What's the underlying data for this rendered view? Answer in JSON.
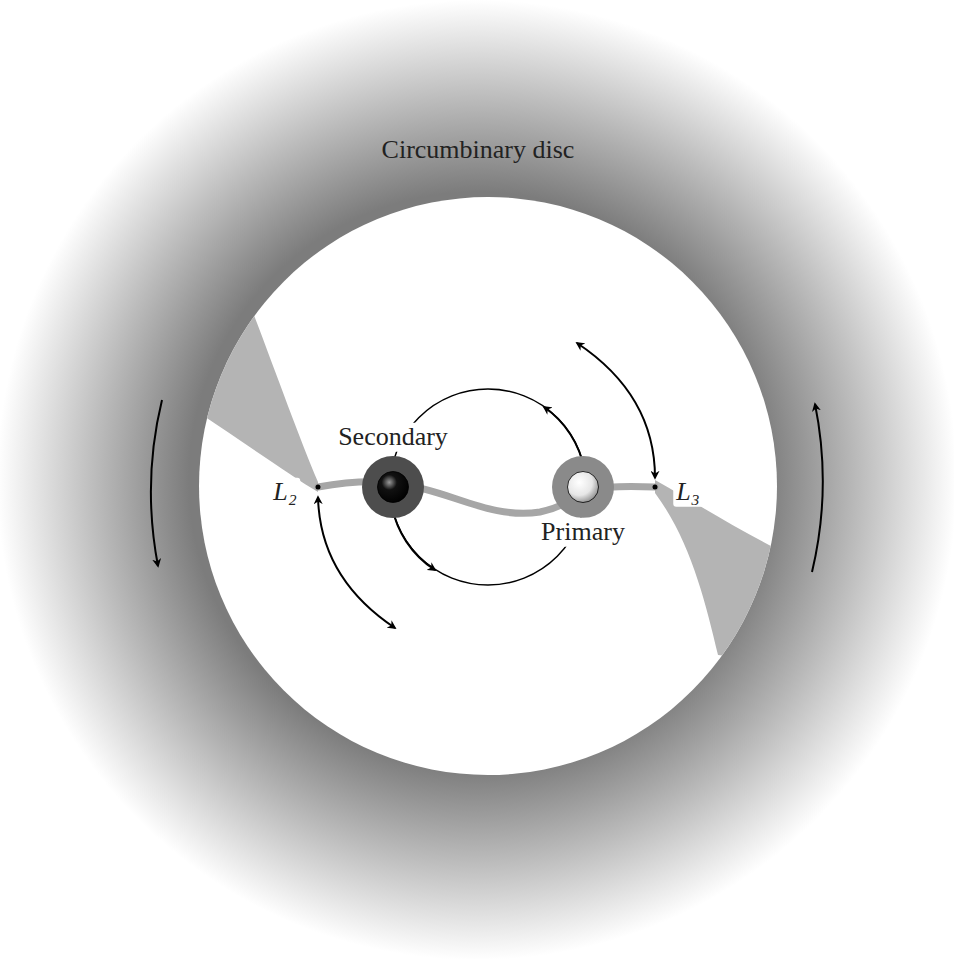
{
  "diagram": {
    "nodes": [
      {
        "text": [
          "Circumbinary disc"
        ]
      },
      {
        "text": [
          "Secondary"
        ]
      },
      {
        "text": [
          "Primary"
        ]
      }
    ],
    "labels": [
      "L₂",
      "L₃"
    ]
  }
}
